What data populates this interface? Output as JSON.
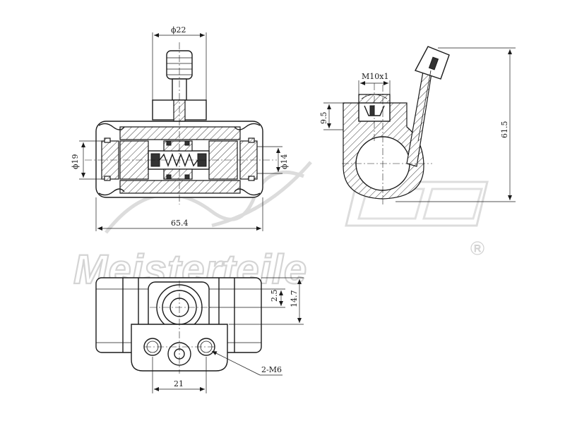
{
  "watermark": {
    "brand": "Meisterteile",
    "registered_mark": "R"
  },
  "dimensions": {
    "top_diameter": "ϕ22",
    "left_bore": "ϕ19",
    "right_bore": "ϕ14",
    "overall_length": "65.4",
    "thread": "M10x1",
    "bleeder_offset": "9.5",
    "overall_height": "61.5",
    "offset_small": "2.5",
    "offset_large": "14.7",
    "bolt_spacing": "21",
    "mount_holes": "2-M6"
  }
}
